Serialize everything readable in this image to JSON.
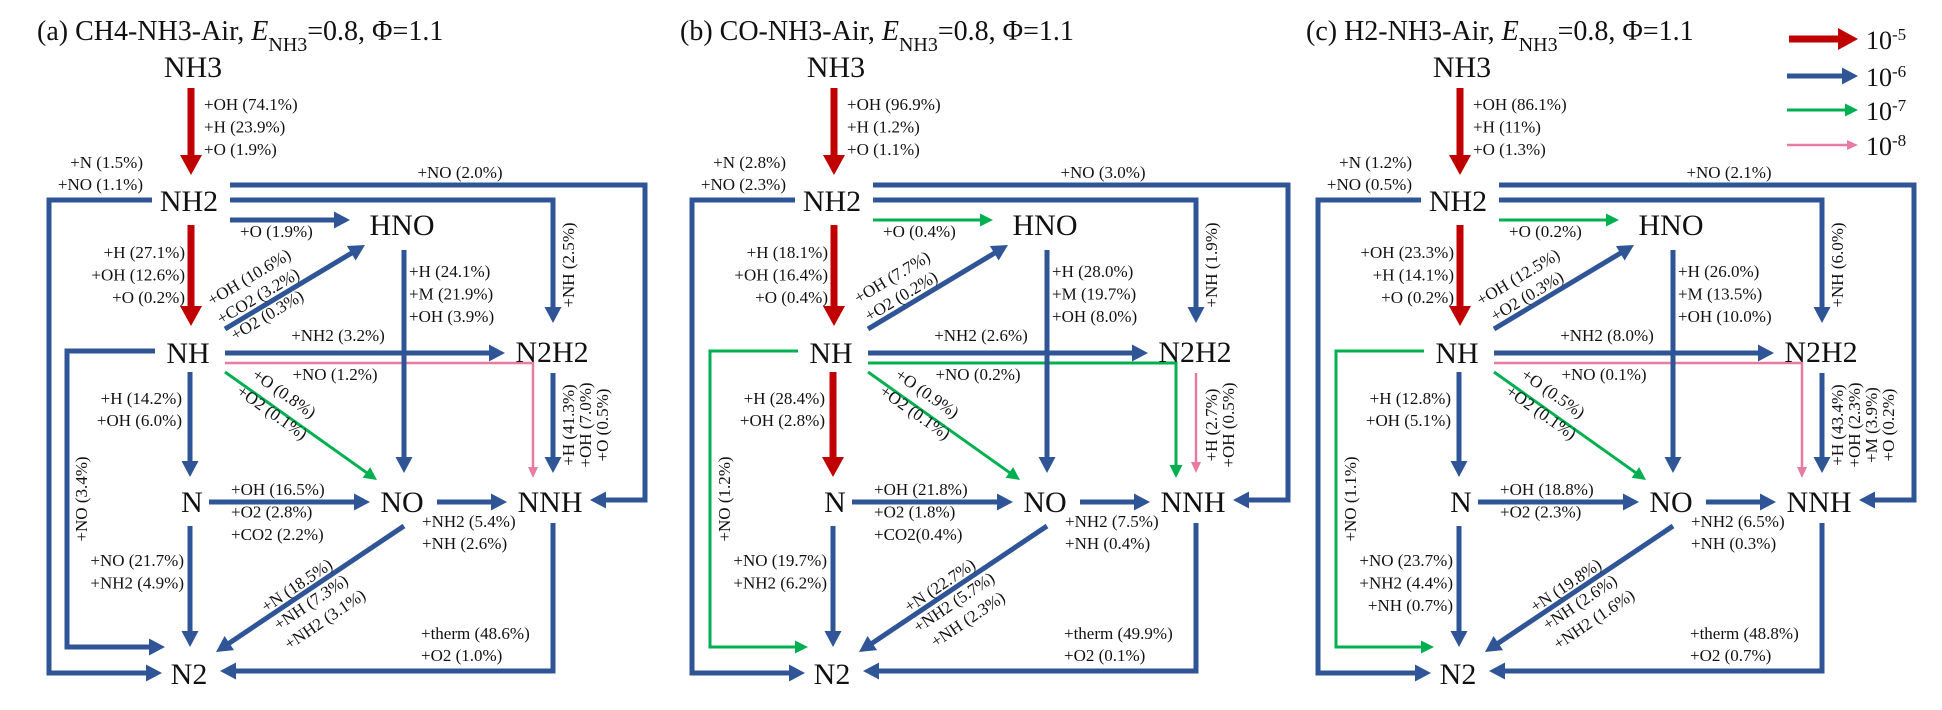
{
  "colors": {
    "red": "#c00000",
    "blue": "#2f5597",
    "green": "#00b050",
    "pink": "#e87ca0"
  },
  "legend": {
    "base": "10",
    "items": [
      {
        "color": "#c00000",
        "exponent": "-5"
      },
      {
        "color": "#2f5597",
        "exponent": "-6"
      },
      {
        "color": "#00b050",
        "exponent": "-7"
      },
      {
        "color": "#e87ca0",
        "exponent": "-8"
      }
    ]
  },
  "panels": [
    {
      "title": {
        "prefix": "(a) CH4-NH3-Air, ",
        "e_symbol": "E",
        "e_sub": "NH3",
        "suffix": "=0.8, Φ=1.1"
      },
      "nodes": {
        "NH3": "NH3",
        "NH2": "NH2",
        "HNO": "HNO",
        "NH": "NH",
        "N2H2": "N2H2",
        "N": "N",
        "NO": "NO",
        "NNH": "NNH",
        "N2": "N2"
      },
      "edges": {
        "nh3_nh2": {
          "color": "#c00000",
          "labels": [
            "+OH (74.1%)",
            "+H (23.9%)",
            "+O (1.9%)"
          ]
        },
        "nh2_n2_outer": {
          "color": "#2f5597",
          "labels": [
            "+N (1.5%)",
            "+NO (1.1%)"
          ]
        },
        "nh2_nnh_outer": {
          "color": "#2f5597",
          "labels": [
            "+NO (2.0%)"
          ]
        },
        "nh2_n2h2": {
          "color": "#2f5597",
          "labels": [
            "+NH (2.5%)"
          ]
        },
        "nh2_hno": {
          "color": "#2f5597",
          "labels": [
            "+O (1.9%)"
          ]
        },
        "nh2_nh": {
          "color": "#c00000",
          "labels": [
            "+H (27.1%)",
            "+OH (12.6%)",
            "+O (0.2%)"
          ]
        },
        "hno_no": {
          "color": "#2f5597",
          "labels": [
            "+H (24.1%)",
            "+M (21.9%)",
            "+OH (3.9%)"
          ]
        },
        "nh_hno": {
          "color": "#2f5597",
          "labels": [
            "+OH (10.6%)",
            "+CO2 (3.2%)",
            "+O2 (0.3%)"
          ]
        },
        "nh_n2h2": {
          "color": "#2f5597",
          "labels": [
            "+NH2 (3.2%)"
          ]
        },
        "nh_nnh": {
          "color": "#e87ca0",
          "labels": [
            "+NO (1.2%)"
          ]
        },
        "nh_no": {
          "color": "#00b050",
          "labels": [
            "+O (0.8%)",
            "+O2 (0.1%)"
          ]
        },
        "nh_n": {
          "color": "#2f5597",
          "labels": [
            "+H (14.2%)",
            "+OH (6.0%)"
          ]
        },
        "nh_n2": {
          "color": "#2f5597",
          "labels": [
            "+NO (3.4%)"
          ]
        },
        "n2h2_nnh": {
          "color": "#2f5597",
          "labels": [
            "+H (41.3%)",
            "+OH (7.0%)",
            "+O (0.5%)"
          ]
        },
        "n_no": {
          "color": "#2f5597",
          "labels": [
            "+OH (16.5%)",
            "+O2 (2.8%)",
            "+CO2 (2.2%)"
          ]
        },
        "no_nnh": {
          "color": "#2f5597",
          "labels": [
            "+NH2 (5.4%)",
            "+NH (2.6%)"
          ]
        },
        "n_n2": {
          "color": "#2f5597",
          "labels": [
            "+NO (21.7%)",
            "+NH2 (4.9%)"
          ]
        },
        "no_n2": {
          "color": "#2f5597",
          "labels": [
            "+N (18.5%)",
            "+NH (7.3%)",
            "+NH2 (3.1%)"
          ]
        },
        "nnh_n2": {
          "color": "#2f5597",
          "labels": [
            "+therm (48.6%)",
            "+O2 (1.0%)"
          ]
        }
      }
    },
    {
      "title": {
        "prefix": "(b) CO-NH3-Air, ",
        "e_symbol": "E",
        "e_sub": "NH3",
        "suffix": "=0.8, Φ=1.1"
      },
      "nodes": {
        "NH3": "NH3",
        "NH2": "NH2",
        "HNO": "HNO",
        "NH": "NH",
        "N2H2": "N2H2",
        "N": "N",
        "NO": "NO",
        "NNH": "NNH",
        "N2": "N2"
      },
      "edges": {
        "nh3_nh2": {
          "color": "#c00000",
          "labels": [
            "+OH (96.9%)",
            "+H (1.2%)",
            "+O (1.1%)"
          ]
        },
        "nh2_n2_outer": {
          "color": "#2f5597",
          "labels": [
            "+N (2.8%)",
            "+NO (2.3%)"
          ]
        },
        "nh2_nnh_outer": {
          "color": "#2f5597",
          "labels": [
            "+NO (3.0%)"
          ]
        },
        "nh2_n2h2": {
          "color": "#2f5597",
          "labels": [
            "+NH (1.9%)"
          ]
        },
        "nh2_hno": {
          "color": "#00b050",
          "labels": [
            "+O (0.4%)"
          ]
        },
        "nh2_nh": {
          "color": "#c00000",
          "labels": [
            "+H (18.1%)",
            "+OH (16.4%)",
            "+O (0.4%)"
          ]
        },
        "hno_no": {
          "color": "#2f5597",
          "labels": [
            "+H (28.0%)",
            "+M (19.7%)",
            "+OH (8.0%)"
          ]
        },
        "nh_hno": {
          "color": "#2f5597",
          "labels": [
            "+OH (7.7%)",
            "+O2 (0.2%)"
          ]
        },
        "nh_n2h2": {
          "color": "#2f5597",
          "labels": [
            "+NH2 (2.6%)"
          ]
        },
        "nh_nnh": {
          "color": "#00b050",
          "labels": [
            "+NO (0.2%)"
          ]
        },
        "nh_no": {
          "color": "#00b050",
          "labels": [
            "+O (0.9%)",
            "+O2 (0.1%)"
          ]
        },
        "nh_n": {
          "color": "#c00000",
          "labels": [
            "+H (28.4%)",
            "+OH (2.8%)"
          ]
        },
        "nh_n2": {
          "color": "#00b050",
          "labels": [
            "+NO (1.2%)"
          ]
        },
        "n2h2_nnh": {
          "color": "#e87ca0",
          "labels": [
            "+H (2.7%)",
            "+OH (0.5%)"
          ]
        },
        "n_no": {
          "color": "#2f5597",
          "labels": [
            "+OH (21.8%)",
            "+O2 (1.8%)",
            "+CO2(0.4%)"
          ]
        },
        "no_nnh": {
          "color": "#2f5597",
          "labels": [
            "+NH2 (7.5%)",
            "+NH (0.4%)"
          ]
        },
        "n_n2": {
          "color": "#2f5597",
          "labels": [
            "+NO (19.7%)",
            "+NH2 (6.2%)"
          ]
        },
        "no_n2": {
          "color": "#2f5597",
          "labels": [
            "+N (22.7%)",
            "+NH2 (5.7%)",
            "+NH (2.3%)"
          ]
        },
        "nnh_n2": {
          "color": "#2f5597",
          "labels": [
            "+therm (49.9%)",
            "+O2 (0.1%)"
          ]
        }
      }
    },
    {
      "title": {
        "prefix": "(c) H2-NH3-Air, ",
        "e_symbol": "E",
        "e_sub": "NH3",
        "suffix": "=0.8, Φ=1.1"
      },
      "nodes": {
        "NH3": "NH3",
        "NH2": "NH2",
        "HNO": "HNO",
        "NH": "NH",
        "N2H2": "N2H2",
        "N": "N",
        "NO": "NO",
        "NNH": "NNH",
        "N2": "N2"
      },
      "edges": {
        "nh3_nh2": {
          "color": "#c00000",
          "labels": [
            "+OH (86.1%)",
            "+H (11%)",
            "+O (1.3%)"
          ]
        },
        "nh2_n2_outer": {
          "color": "#2f5597",
          "labels": [
            "+N (1.2%)",
            "+NO (0.5%)"
          ]
        },
        "nh2_nnh_outer": {
          "color": "#2f5597",
          "labels": [
            "+NO (2.1%)"
          ]
        },
        "nh2_n2h2": {
          "color": "#2f5597",
          "labels": [
            "+NH (6.0%)"
          ]
        },
        "nh2_hno": {
          "color": "#00b050",
          "labels": [
            "+O (0.2%)"
          ]
        },
        "nh2_nh": {
          "color": "#c00000",
          "labels": [
            "+OH (23.3%)",
            "+H (14.1%)",
            "+O (0.2%)"
          ]
        },
        "hno_no": {
          "color": "#2f5597",
          "labels": [
            "+H (26.0%)",
            "+M (13.5%)",
            "+OH (10.0%)"
          ]
        },
        "nh_hno": {
          "color": "#2f5597",
          "labels": [
            "+OH (12.5%)",
            "+O2 (0.3%)"
          ]
        },
        "nh_n2h2": {
          "color": "#2f5597",
          "labels": [
            "+NH2 (8.0%)"
          ]
        },
        "nh_nnh": {
          "color": "#e87ca0",
          "labels": [
            "+NO (0.1%)"
          ]
        },
        "nh_no": {
          "color": "#00b050",
          "labels": [
            "+O (0.5%)",
            "+O2 (0.1%)"
          ]
        },
        "nh_n": {
          "color": "#2f5597",
          "labels": [
            "+H (12.8%)",
            "+OH (5.1%)"
          ]
        },
        "nh_n2": {
          "color": "#00b050",
          "labels": [
            "+NO (1.1%)"
          ]
        },
        "n2h2_nnh": {
          "color": "#2f5597",
          "labels": [
            "+H (43.4%)",
            "+OH (2.3%)",
            "+M (3.9%)",
            "+O (0.2%)"
          ]
        },
        "n_no": {
          "color": "#2f5597",
          "labels": [
            "+OH (18.8%)",
            "+O2 (2.3%)"
          ]
        },
        "no_nnh": {
          "color": "#2f5597",
          "labels": [
            "+NH2 (6.5%)",
            "+NH (0.3%)"
          ]
        },
        "n_n2": {
          "color": "#2f5597",
          "labels": [
            "+NO (23.7%)",
            "+NH2 (4.4%)",
            "+NH (0.7%)"
          ]
        },
        "no_n2": {
          "color": "#2f5597",
          "labels": [
            "+N (19.8%)",
            "+NH (2.6%)",
            "+NH2 (1.6%)"
          ]
        },
        "nnh_n2": {
          "color": "#2f5597",
          "labels": [
            "+therm (48.8%)",
            "+O2 (0.7%)"
          ]
        }
      }
    }
  ]
}
